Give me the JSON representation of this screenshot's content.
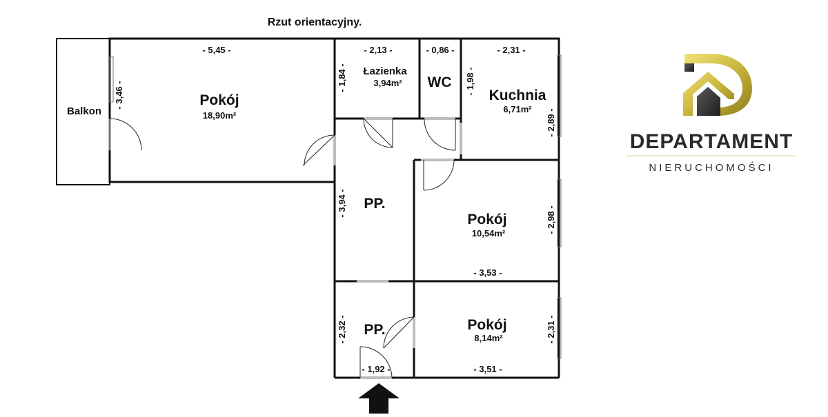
{
  "title": "Rzut orientacyjny.",
  "rooms": {
    "balkon": {
      "name": "Balkon"
    },
    "pokoj_main": {
      "name": "Pokój",
      "area": "18,90m²"
    },
    "lazienka": {
      "name": "Łazienka",
      "area": "3,94m²"
    },
    "wc": {
      "name": "WC"
    },
    "kuchnia": {
      "name": "Kuchnia",
      "area": "6,71m²"
    },
    "pp_upper": {
      "name": "PP."
    },
    "pokoj_mid": {
      "name": "Pokój",
      "area": "10,54m²"
    },
    "pp_lower": {
      "name": "PP."
    },
    "pokoj_small": {
      "name": "Pokój",
      "area": "8,14m²"
    }
  },
  "dimensions": {
    "pokoj_main_width": "- 5,45 -",
    "pokoj_main_height": "- 3,46 -",
    "lazienka_width": "- 2,13 -",
    "lazienka_height": "- 1,84 -",
    "wc_width": "- 0,86 -",
    "kuchnia_width": "- 2,31 -",
    "kuchnia_left": "- 1,98 -",
    "kuchnia_right": "- 2,89 -",
    "pp_upper_height": "- 3,94 -",
    "pokoj_mid_right": "- 2,98 -",
    "pokoj_mid_width": "- 3,53 -",
    "pp_lower_height": "- 2,32 -",
    "pp_lower_width": "- 1,92 -",
    "pokoj_small_right": "- 2,31 -",
    "pokoj_small_width": "- 3,51 -"
  },
  "logo": {
    "name": "DEPARTAMENT",
    "subtitle": "NIERUCHOMOŚCI",
    "colors": {
      "gold": "#c9b63c",
      "dark": "#2a2a2a"
    }
  },
  "entrance_icon": "arrow-up-icon"
}
